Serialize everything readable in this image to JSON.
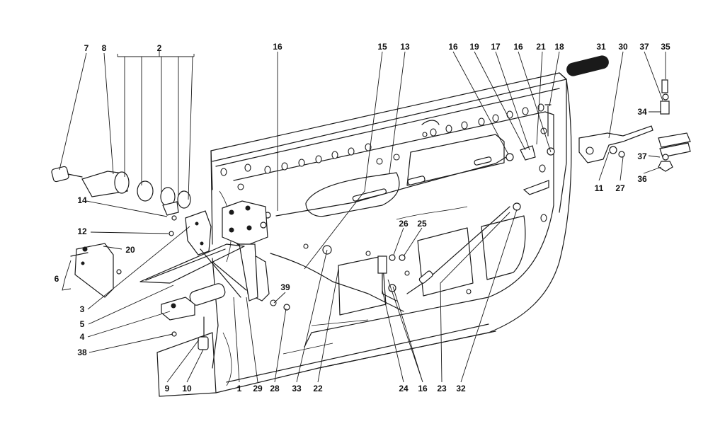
{
  "callouts": [
    "7",
    "8",
    "2",
    "16",
    "15",
    "13",
    "16",
    "19",
    "17",
    "16",
    "21",
    "18",
    "31",
    "30",
    "37",
    "35",
    "14",
    "12",
    "20",
    "6",
    "3",
    "5",
    "4",
    "38",
    "34",
    "37",
    "11",
    "27",
    "36",
    "26",
    "25",
    "39",
    "9",
    "10",
    "1",
    "29",
    "28",
    "33",
    "22",
    "24",
    "16",
    "23",
    "32"
  ]
}
